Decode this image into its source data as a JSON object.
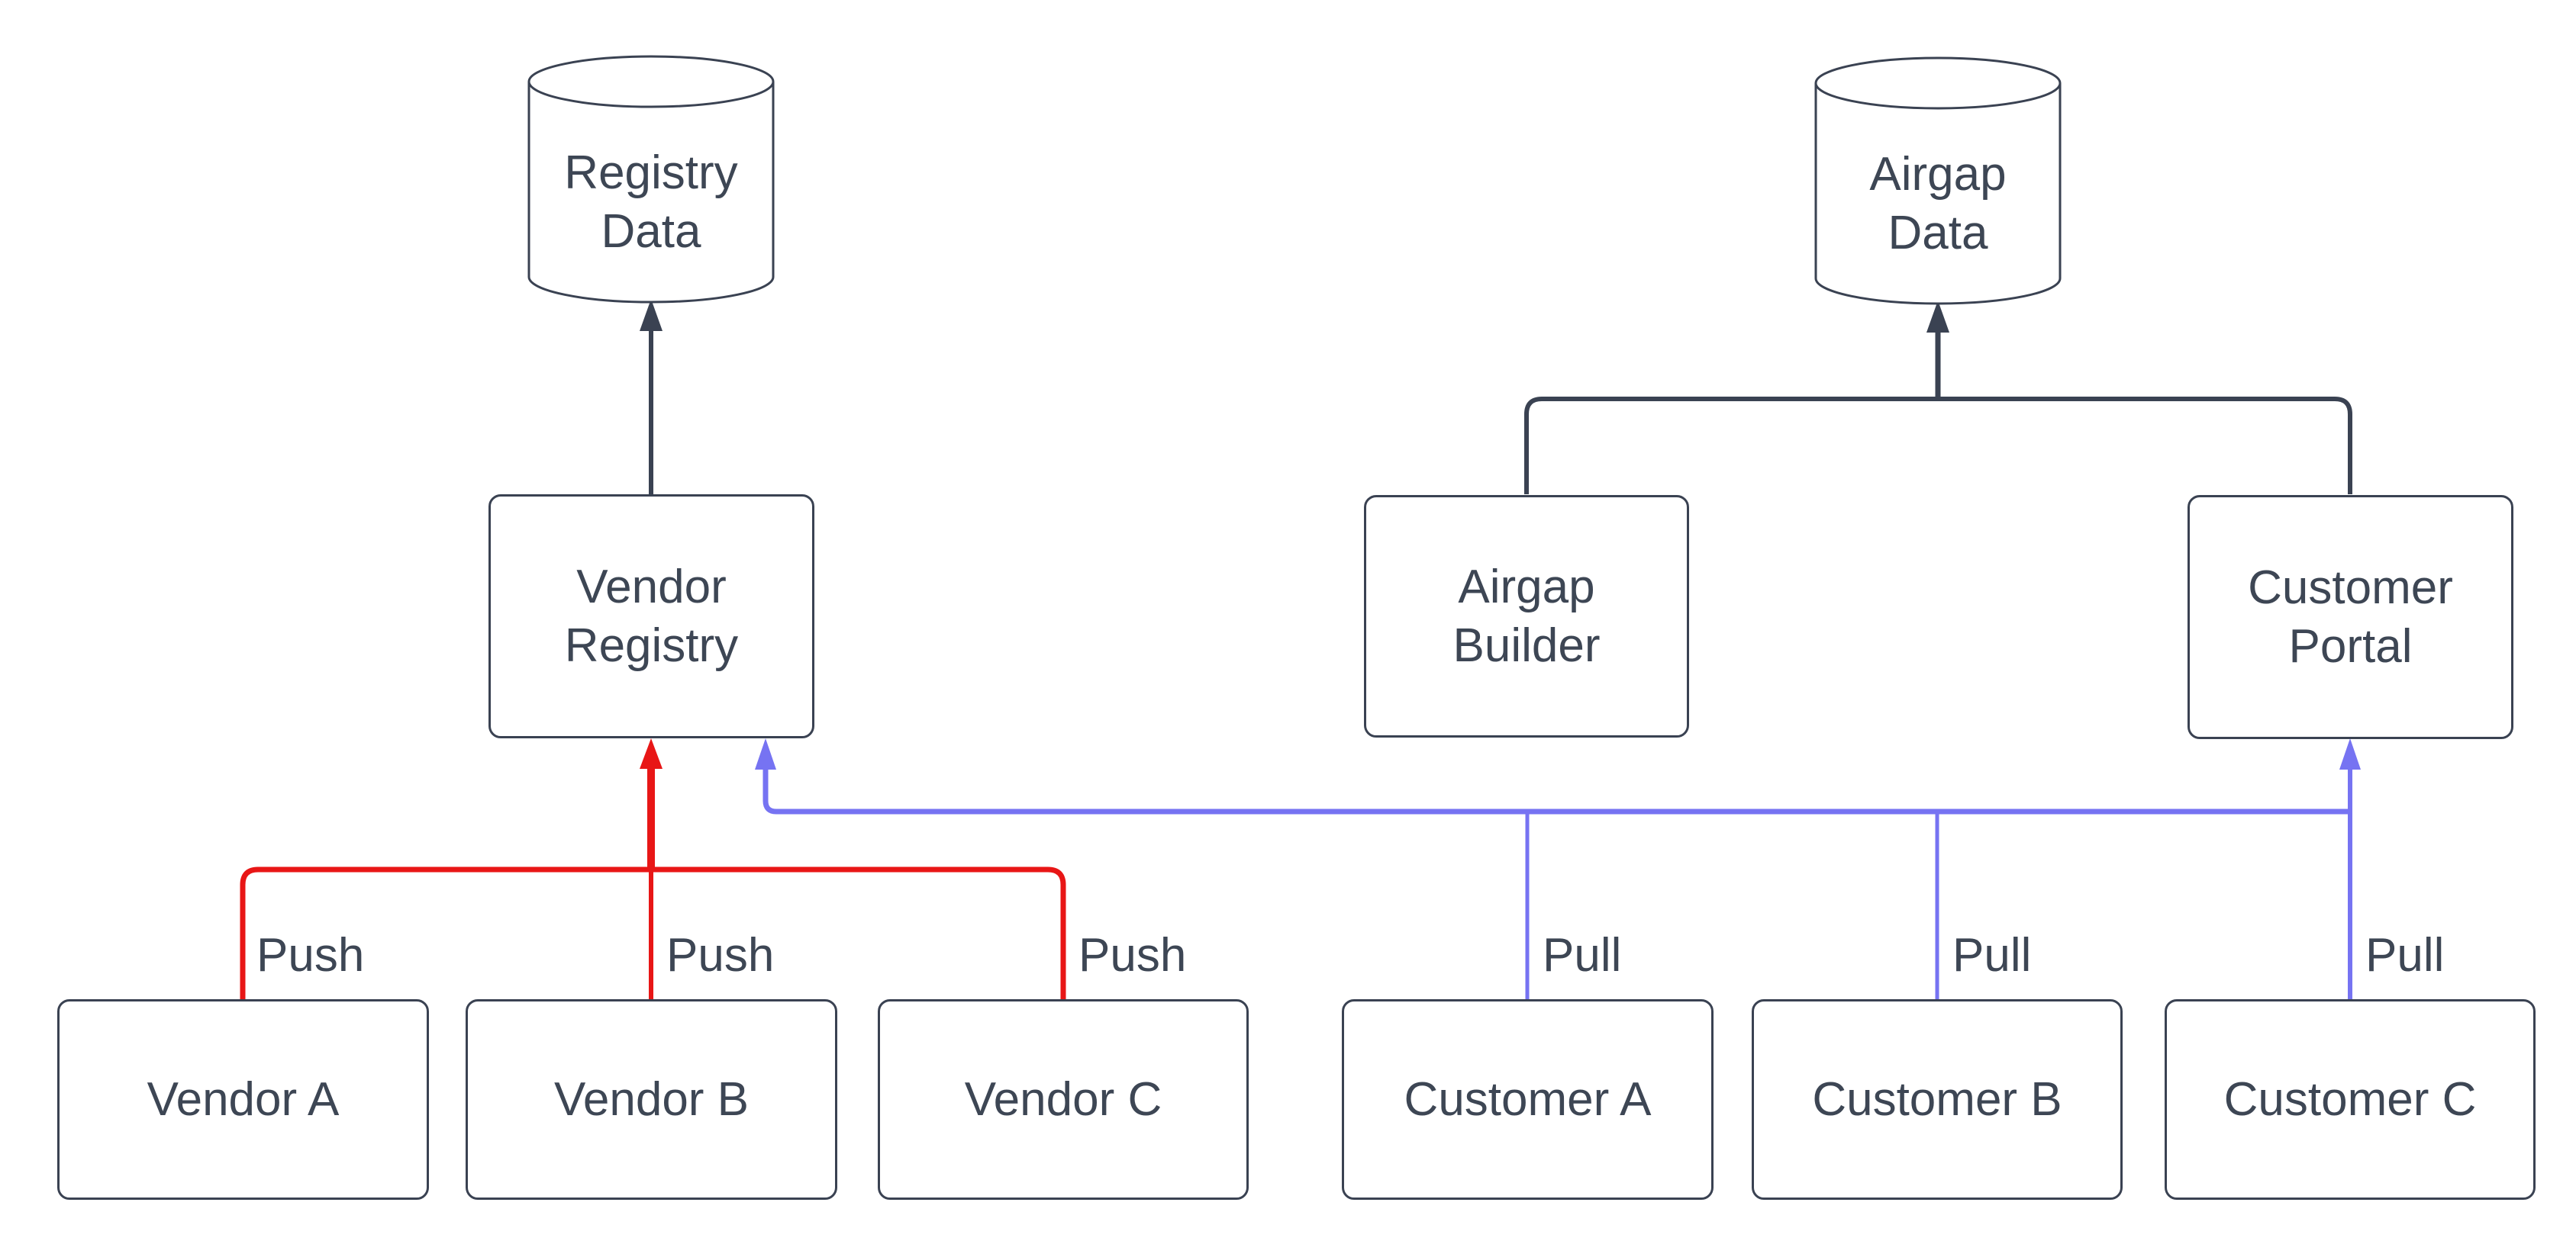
{
  "colors": {
    "outline": "#3a4252",
    "text": "#3d4654",
    "node_fill": "#ffffff",
    "push_red": "#e81616",
    "pull_blue": "#7673f2",
    "background": "#ffffff"
  },
  "nodes": {
    "registry_data": {
      "label": "Registry\nData",
      "shape": "cylinder"
    },
    "airgap_data": {
      "label": "Airgap\nData",
      "shape": "cylinder"
    },
    "vendor_registry": {
      "label": "Vendor\nRegistry",
      "shape": "rounded-rect"
    },
    "airgap_builder": {
      "label": "Airgap\nBuilder",
      "shape": "rounded-rect"
    },
    "customer_portal": {
      "label": "Customer\nPortal",
      "shape": "rounded-rect"
    },
    "vendor_a": {
      "label": "Vendor A",
      "shape": "rounded-rect"
    },
    "vendor_b": {
      "label": "Vendor B",
      "shape": "rounded-rect"
    },
    "vendor_c": {
      "label": "Vendor C",
      "shape": "rounded-rect"
    },
    "customer_a": {
      "label": "Customer A",
      "shape": "rounded-rect"
    },
    "customer_b": {
      "label": "Customer B",
      "shape": "rounded-rect"
    },
    "customer_c": {
      "label": "Customer C",
      "shape": "rounded-rect"
    }
  },
  "edges": [
    {
      "from": "Vendor A",
      "to": "Vendor Registry",
      "label": "Push",
      "color": "red"
    },
    {
      "from": "Vendor B",
      "to": "Vendor Registry",
      "label": "Push",
      "color": "red"
    },
    {
      "from": "Vendor C",
      "to": "Vendor Registry",
      "label": "Push",
      "color": "red"
    },
    {
      "from": "Customer A",
      "to": "Vendor Registry, Customer Portal",
      "label": "Pull",
      "color": "blue"
    },
    {
      "from": "Customer B",
      "to": "Vendor Registry, Customer Portal",
      "label": "Pull",
      "color": "blue"
    },
    {
      "from": "Customer C",
      "to": "Vendor Registry, Customer Portal",
      "label": "Pull",
      "color": "blue"
    },
    {
      "from": "Vendor Registry",
      "to": "Registry Data",
      "label": "",
      "color": "dark"
    },
    {
      "from": "Airgap Builder",
      "to": "Airgap Data",
      "label": "",
      "color": "dark"
    },
    {
      "from": "Customer Portal",
      "to": "Airgap Data",
      "label": "",
      "color": "dark"
    }
  ]
}
